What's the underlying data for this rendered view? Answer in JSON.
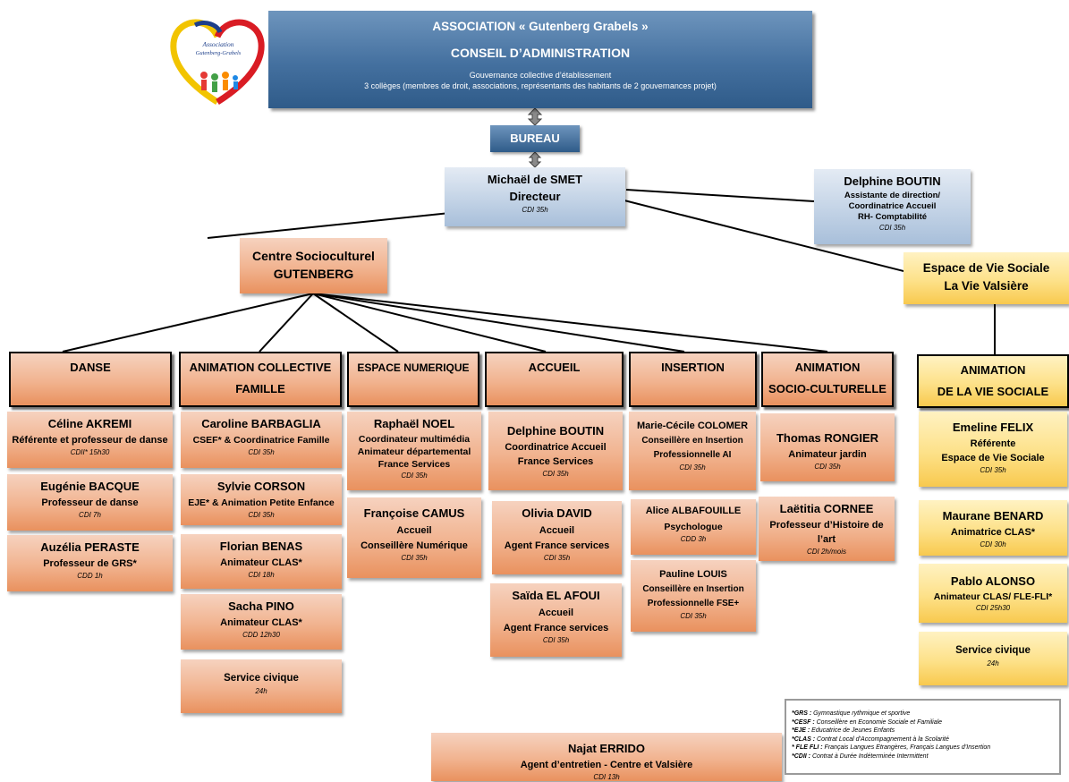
{
  "logo": {
    "line1": "Association",
    "line2": "Gutenberg-Grabels"
  },
  "ca": {
    "title": "ASSOCIATION « Gutenberg Grabels »",
    "subtitle": "CONSEIL D’ADMINISTRATION",
    "line1": "Gouvernance collective d’établissement",
    "line2": "3 collèges (membres de droit, associations, représentants des habitants de 2 gouvernances projet)"
  },
  "bureau": "BUREAU",
  "director": {
    "name": "Michaël de SMET",
    "role": "Directeur",
    "contract": "CDI  35h"
  },
  "assistant": {
    "name": "Delphine BOUTIN",
    "role1": "Assistante de direction/",
    "role2": "Coordinatrice Accueil",
    "role3": "RH- Comptabilité",
    "contract": "CDI  35h"
  },
  "csc": {
    "line1": "Centre Socioculturel",
    "line2": "GUTENBERG"
  },
  "evs": {
    "line1": "Espace de Vie Sociale",
    "line2": "La Vie Valsière"
  },
  "sections": {
    "danse": "DANSE",
    "famille1": "ANIMATION COLLECTIVE",
    "famille2": "FAMILLE",
    "numerique": "ESPACE NUMERIQUE",
    "accueil": "ACCUEIL",
    "insertion": "INSERTION",
    "socio1": "ANIMATION",
    "socio2": "SOCIO-CULTURELLE",
    "vie1": "ANIMATION",
    "vie2": "DE LA VIE SOCIALE"
  },
  "staff": {
    "akremi": {
      "name": "Céline AKREMI",
      "role": "Référente et professeur de danse",
      "contract": "CDII* 15h30"
    },
    "bacque": {
      "name": "Eugénie BACQUE",
      "role": "Professeur de danse",
      "contract": "CDI 7h"
    },
    "peraste": {
      "name": "Auzélia PERASTE",
      "role": "Professeur de GRS*",
      "contract": "CDD 1h"
    },
    "barbaglia": {
      "name": "Caroline BARBAGLIA",
      "role": "CSEF* & Coordinatrice Famille",
      "contract": "CDI 35h"
    },
    "corson": {
      "name": "Sylvie CORSON",
      "role": "EJE* & Animation Petite Enfance",
      "contract": "CDI 35h"
    },
    "benas": {
      "name": "Florian BENAS",
      "role": "Animateur CLAS*",
      "contract": "CDI 18h"
    },
    "pino": {
      "name": "Sacha PINO",
      "role": "Animateur CLAS*",
      "contract": "CDD 12h30"
    },
    "civique1": {
      "name": "Service civique",
      "contract": "24h"
    },
    "noel": {
      "name": "Raphaël NOEL",
      "role1": "Coordinateur multimédia",
      "role2": "Animateur départemental",
      "role3": "France Services",
      "contract": "CDI 35h"
    },
    "camus": {
      "name": "Françoise CAMUS",
      "role1": "Accueil",
      "role2": "Conseillère Numérique",
      "contract": "CDI 35h"
    },
    "boutin2": {
      "name": "Delphine BOUTIN",
      "role1": "Coordinatrice Accueil",
      "role2": "France Services",
      "contract": "CDI 35h"
    },
    "david": {
      "name": "Olivia DAVID",
      "role1": "Accueil",
      "role2": "Agent France services",
      "contract": "CDI 35h"
    },
    "elafoui": {
      "name": "Saïda EL AFOUI",
      "role1": "Accueil",
      "role2": "Agent France services",
      "contract": "CDI 35h"
    },
    "colomer": {
      "name": "Marie-Cécile COLOMER",
      "role1": "Conseillère en Insertion",
      "role2": "Professionnelle AI",
      "contract": "CDI 35h"
    },
    "albafouille": {
      "name": "Alice ALBAFOUILLE",
      "role": "Psychologue",
      "contract": "CDD 3h"
    },
    "louis": {
      "name": "Pauline  LOUIS",
      "role1": "Conseillère en Insertion",
      "role2": "Professionnelle FSE+",
      "contract": "CDI 35h"
    },
    "rongier": {
      "name": "Thomas RONGIER",
      "role": "Animateur jardin",
      "contract": "CDI 35h"
    },
    "cornee": {
      "name": "Laëtitia CORNEE",
      "role1": "Professeur d’Histoire de",
      "role2": "l’art",
      "contract": "CDI 2h/mois"
    },
    "felix": {
      "name": "Emeline FELIX",
      "role1": "Référente",
      "role2": "Espace de Vie Sociale",
      "contract": "CDI 35h"
    },
    "benard": {
      "name": "Maurane BENARD",
      "role": "Animatrice CLAS*",
      "contract": "CDI 30h"
    },
    "alonso": {
      "name": "Pablo ALONSO",
      "role": "Animateur CLAS/ FLE-FLI*",
      "contract": "CDI 25h30"
    },
    "civique2": {
      "name": "Service civique",
      "contract": "24h"
    },
    "errido": {
      "name": "Najat ERRIDO",
      "role": "Agent d’entretien - Centre et Valsière",
      "contract": "CDI 13h"
    }
  },
  "legend": [
    {
      "abbr": "*GRS :",
      "text": " Gymnastique rythmique et sportive"
    },
    {
      "abbr": "*CESF :",
      "text": " Conseillère en Economie Sociale et Familiale"
    },
    {
      "abbr": "*EJE :",
      "text": " Educatrice de Jeunes Enfants"
    },
    {
      "abbr": "*CLAS :",
      "text": " Contrat Local d’Accompagnement à la Scolarité"
    },
    {
      "abbr": "* FLE FLI :",
      "text": " Français Langues Etrangères, Français Langues d’Insertion"
    },
    {
      "abbr": "*CDII :",
      "text": " Contrat à Durée Indéterminée Intermittent"
    }
  ]
}
